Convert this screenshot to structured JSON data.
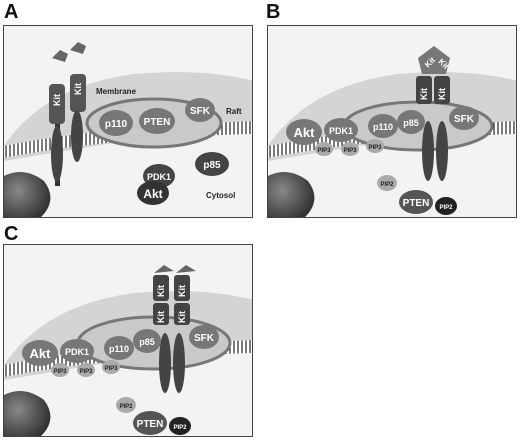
{
  "panels": [
    {
      "letter": "A",
      "texts": {
        "membrane": "Membrane",
        "raft": "Raft",
        "cytosol": "Cytosol",
        "kit1": "Kit",
        "kit2": "Kit",
        "p110": "p110",
        "pten": "PTEN",
        "sfk": "SFK",
        "p85": "p85",
        "akt": "Akt",
        "pdk1": "PDK1"
      }
    },
    {
      "letter": "B",
      "texts": {
        "kit_top1": "Kit",
        "kit_top2": "Kit",
        "kit1": "Kit",
        "kit2": "Kit",
        "akt": "Akt",
        "pdk1": "PDK1",
        "p110": "p110",
        "p85": "p85",
        "sfk": "SFK",
        "pip3a": "PIP3",
        "pip3b": "PIP3",
        "pip3c": "PIP3",
        "pip2a": "PIP2",
        "pten": "PTEN",
        "pip2b": "PIP2"
      }
    },
    {
      "letter": "C",
      "texts": {
        "kit1": "Kit",
        "kit2": "Kit",
        "kit3": "Kit",
        "kit4": "Kit",
        "akt": "Akt",
        "pdk1": "PDK1",
        "p110": "p110",
        "p85": "p85",
        "sfk": "SFK",
        "pip3a": "PIP3",
        "pip3b": "PIP3",
        "pip3c": "PIP3",
        "pip2a": "PIP2",
        "pten": "PTEN",
        "pip2b": "PIP2"
      }
    }
  ]
}
